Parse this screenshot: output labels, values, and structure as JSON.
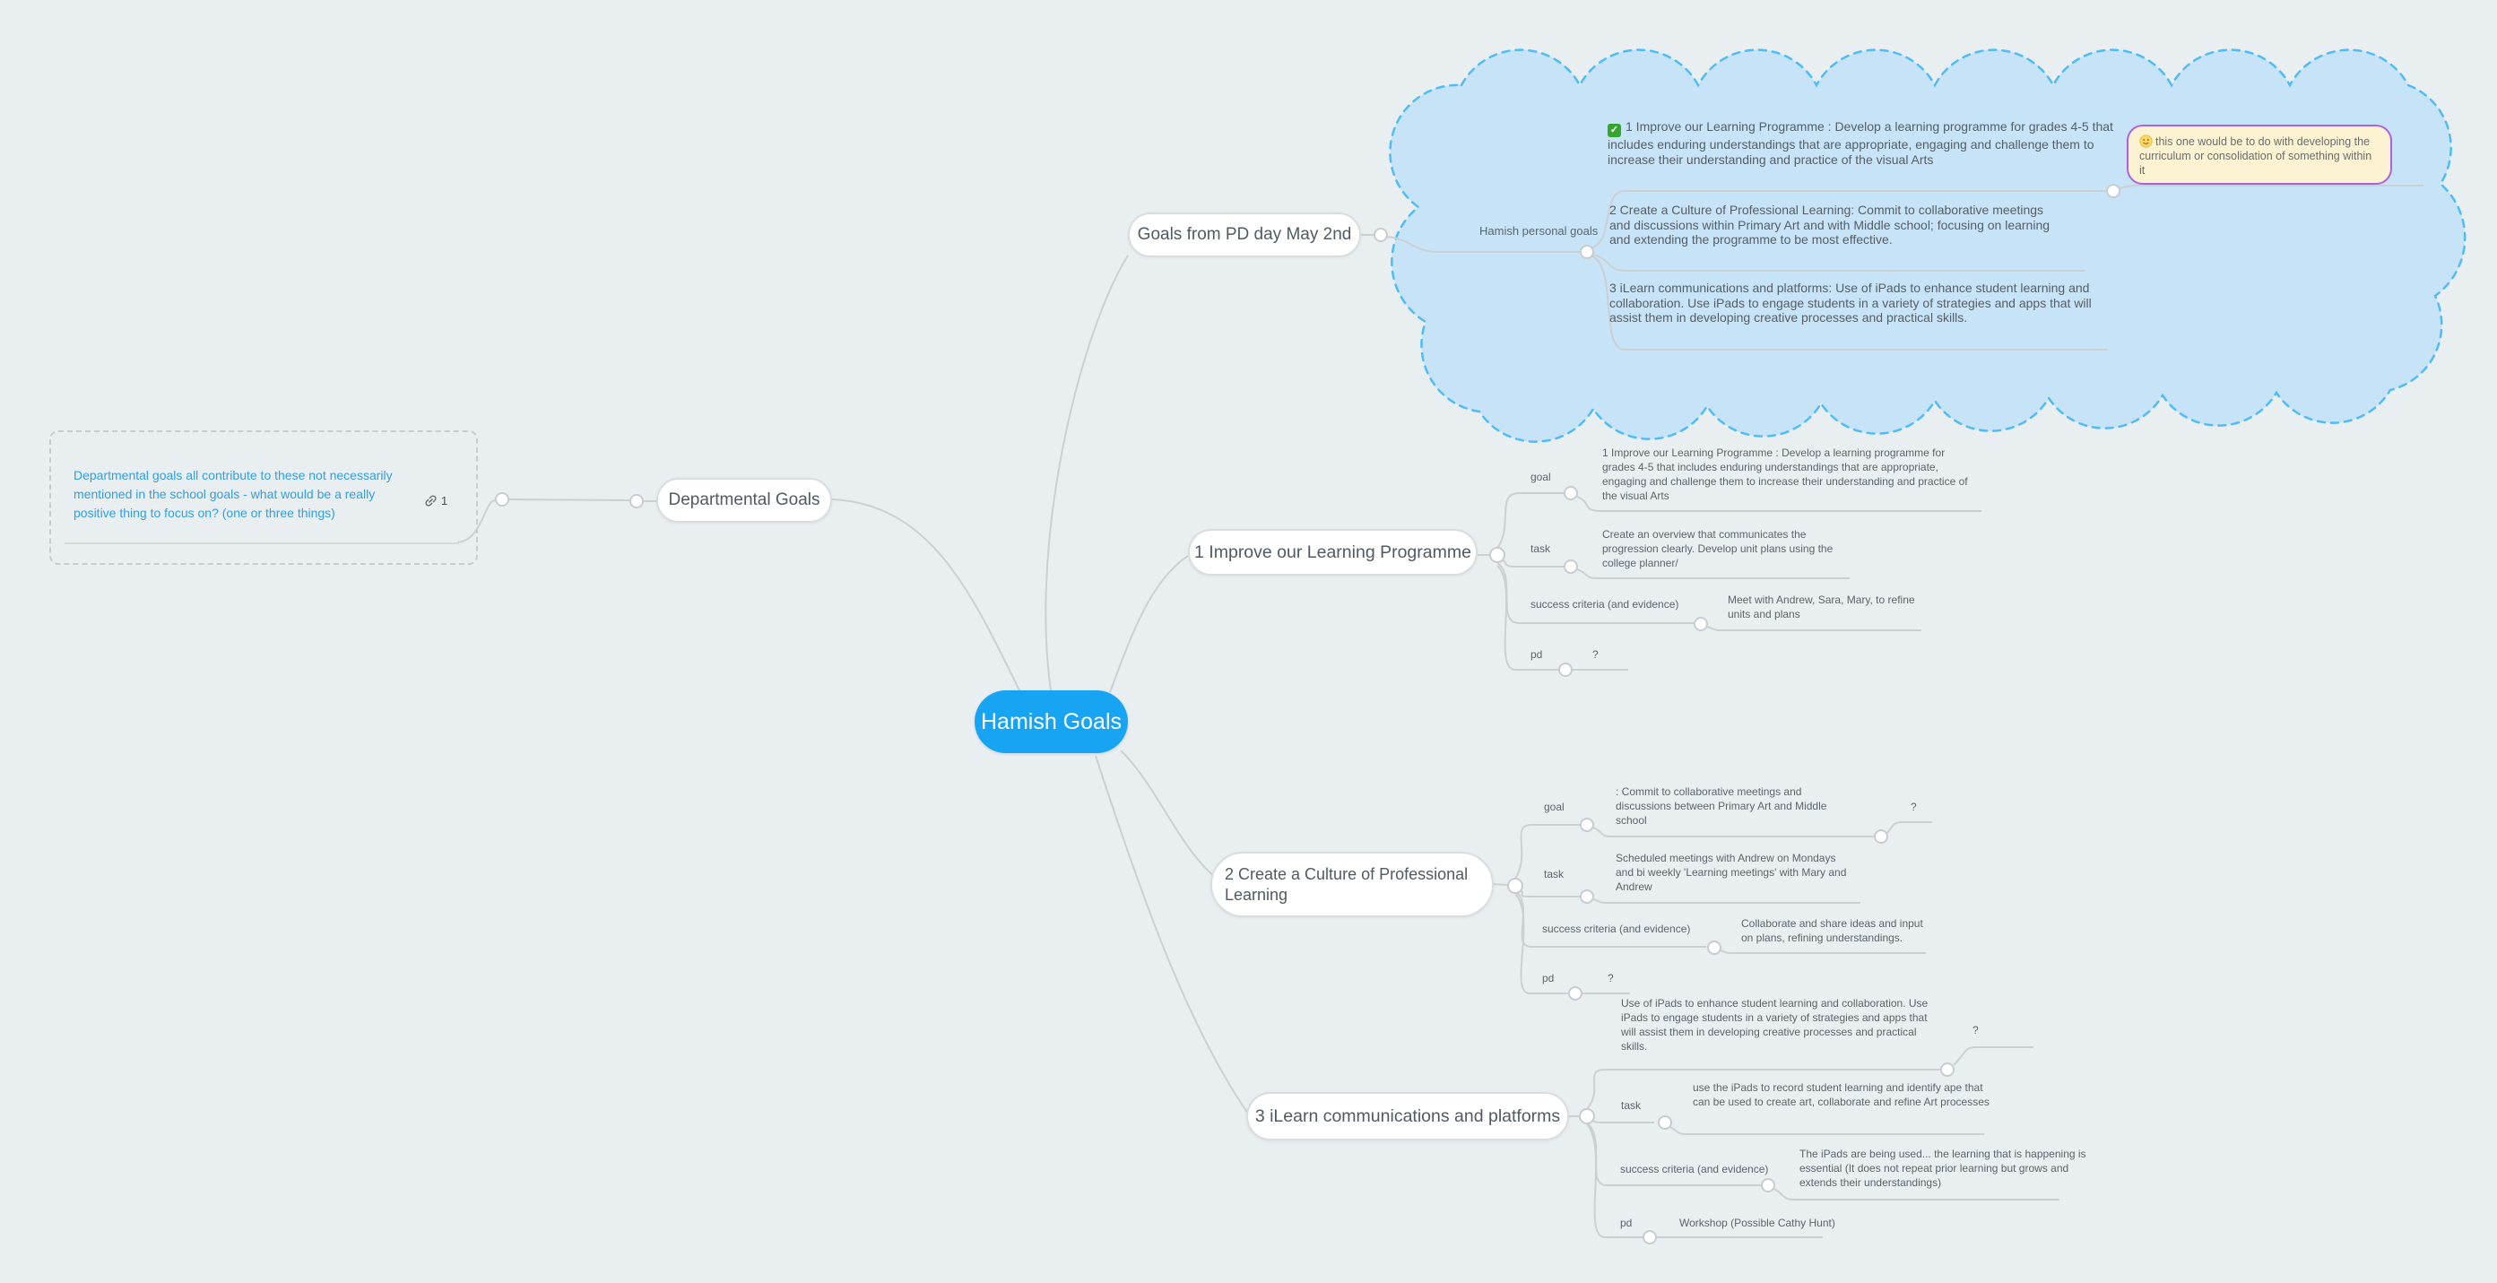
{
  "root": {
    "label": "Hamish Goals"
  },
  "colors": {
    "background": "#e9eef0",
    "root_fill": "#17a4f3",
    "root_text": "#ffffff",
    "cloud_fill": "#c7e3f7",
    "cloud_border": "#4fbcf5",
    "callout_fill": "#fdf3d2",
    "callout_border": "#ae62d8",
    "note_text_color": "#2f9fe8",
    "connector": "#ccd0d3",
    "checkbox_green": "#35a62d"
  },
  "icons": {
    "check_glyph": "✓"
  },
  "note_box": {
    "text": "Departmental goals all contribute to these not necessarily mentioned in the school goals - what would be a really positive thing to focus on? (one or three things)",
    "link_count": "1"
  },
  "departmental": {
    "label": "Departmental Goals"
  },
  "pd_day": {
    "label": "Goals from PD day May 2nd"
  },
  "cloud": {
    "label": "Hamish personal goals",
    "items": [
      {
        "checked": true,
        "text": "1 Improve our Learning Programme : Develop a learning programme for grades 4-5 that includes enduring understandings that are appropriate, engaging and challenge them to increase their understanding and practice of the visual Arts"
      },
      {
        "checked": false,
        "text": "2 Create a Culture of Professional Learning: Commit to collaborative meetings and discussions within Primary Art and with Middle school; focusing on learning and extending the programme to be most effective."
      },
      {
        "checked": false,
        "text": "3 iLearn communications and platforms: Use of iPads to enhance student learning and collaboration. Use iPads to engage students in a variety of strategies and apps that will assist them in developing creative processes and practical skills."
      }
    ],
    "callout": {
      "text": "this one would be to do with developing the curriculum or consolidation of something within it"
    }
  },
  "branches": [
    {
      "label": "1 Improve our Learning Programme",
      "rows": [
        {
          "label": "goal",
          "text": "1 Improve our Learning Programme : Develop a learning programme for grades 4-5 that includes enduring understandings that are appropriate, engaging and challenge them to increase their understanding and practice of the visual Arts"
        },
        {
          "label": "task",
          "text": "Create an overview that communicates the progression clearly. Develop unit plans using the college planner/"
        },
        {
          "label": "success criteria (and evidence)",
          "text": "Meet with Andrew, Sara, Mary, to refine units and plans"
        },
        {
          "label": "pd",
          "text": "?"
        }
      ]
    },
    {
      "label": "2 Create a Culture of Professional Learning",
      "rows": [
        {
          "label": "goal",
          "text": ": Commit to collaborative meetings and discussions between Primary Art and Middle school",
          "child": "?"
        },
        {
          "label": "task",
          "text": "Scheduled meetings with Andrew on Mondays and bi weekly 'Learning meetings' with Mary and Andrew"
        },
        {
          "label": "success criteria (and evidence)",
          "text": "Collaborate and share ideas and input on plans, refining understandings."
        },
        {
          "label": "pd",
          "text": "?"
        }
      ]
    },
    {
      "label": "3 iLearn communications and platforms",
      "rows": [
        {
          "label": "",
          "text": "Use of iPads to enhance student learning and collaboration. Use iPads to engage students in a variety of strategies and apps that will assist them in developing creative processes and practical skills.",
          "child": "?"
        },
        {
          "label": "task",
          "text": "use the iPads to record student learning and identify ape that can be used to create art, collaborate and refine Art processes"
        },
        {
          "label": "success criteria (and evidence)",
          "text": "The iPads are being used... the learning that is happening is essential (It does not repeat prior learning but grows and extends their understandings)"
        },
        {
          "label": "pd",
          "text": "Workshop (Possible Cathy Hunt)"
        }
      ]
    }
  ]
}
